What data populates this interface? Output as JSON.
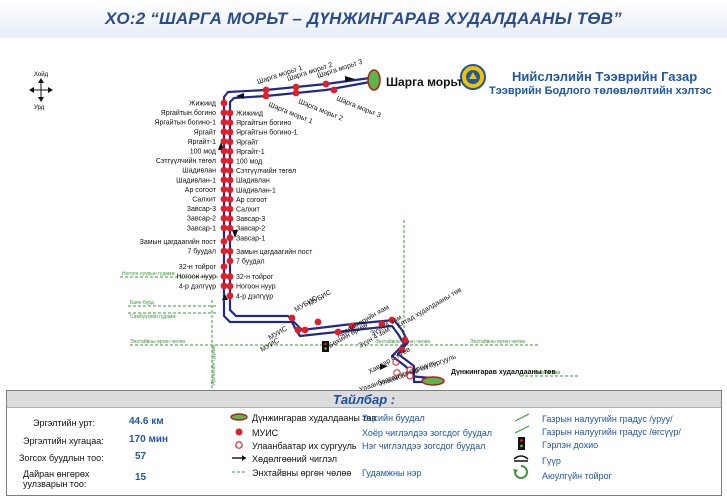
{
  "title": "ХО:2 “ШАРГА МОРЬТ – ДҮНЖИНГАРАВ ХУДАЛДААНЫ ТӨВ”",
  "organization": {
    "name": "Нийслэлийн Тээврийн Газар",
    "department": "Тээврийн Бодлого төлөвлөлтийн хэлтэс"
  },
  "compass": {
    "north": "Хойд",
    "south": "Урд"
  },
  "terminals": {
    "start": "Шарга морьт",
    "end": "Дүнжингарав худалдааны төв"
  },
  "stops_left": [
    "Шарга морьт 3",
    "Шарга морьт 2",
    "Шарга морьт 1",
    "Жижиид",
    "Яргайтын богино",
    "Яргайтын богино-1",
    "Яргайт",
    "Яргайт-1",
    "100 мод",
    "Сэтгүүлчийн төгөл",
    "Шадивлан",
    "Шадивлан-1",
    "Ар согоот",
    "Салхит",
    "Завсар-3",
    "Завсар-2",
    "Завсар-1",
    "Замын цагдаагийн пост",
    "7 буудал",
    "32-н тойрог",
    "Ногоон нуур",
    "4-р дэлгүүр"
  ],
  "stops_right": [
    "Шарга морьт 1",
    "Шарга морьт 2",
    "Шарга морьт 3",
    "Жижиид",
    "Яргайтын богино",
    "Яргайтын богино-1",
    "Яргайт",
    "Яргайт-1",
    "100 мод",
    "Сэтгүүлчийн төгөл",
    "Шадивлан",
    "Шадивлан-1",
    "Ар согоот",
    "Салхит",
    "Завсар-3",
    "Завсар-2",
    "Завсар-1",
    "Замын цагдаагийн пост",
    "7 буудал",
    "32-н тойрог",
    "Ногоон нуур",
    "4-р дэлгүүр"
  ],
  "stops_lower": [
    "МУИС",
    "МУИС",
    "МУБИС",
    "МУБИС",
    "Хөдөлмөрийн яам",
    "Бөхийн өргөө",
    "Зүүн 4 зам",
    "Зүүн 4 зам",
    "Хятад худалдааны төв",
    "Хавдар СҮТөв",
    "Улаанбаатар их сургууль",
    "Улаанбаатар их сургууль"
  ],
  "street_labels": [
    "Ногоон нуурын гудамж",
    "Баян бүрд",
    "Самбуугийн гудамж",
    "Энхтайвны өргөн чөлөө",
    "Энхтайвны өргөн чөлөө",
    "Энхтайвны өргөн чөлөө",
    "Нарны зам",
    "Архивийн гудамж"
  ],
  "legend": {
    "title": "Тайлбар :",
    "stats": [
      {
        "label": "Эргэлтийн урт:",
        "value": "44.6 км"
      },
      {
        "label": "Эргэлтийн хугацаа:",
        "value": "170 мин"
      },
      {
        "label": "Зогсох буудлын тоо:",
        "value": "57"
      },
      {
        "label": "Дайран өнгөрөх уулзварын тоо:",
        "value": "15"
      }
    ],
    "symbols": [
      {
        "label": "Дүнжингарав худалдааны төв",
        "desc": "Эцсийн буудал"
      },
      {
        "label": "МУИС",
        "desc": "Хоёр чиглэлдээ зогсдог буудал"
      },
      {
        "label": "Улаанбаатар их сургууль",
        "desc": "Нэг чиглэлдээ зогсдог буудал"
      },
      {
        "label": "Хөдөлгөөний чиглэл",
        "desc": ""
      },
      {
        "label": "Энхтайвны өргөн чөлөө",
        "desc": "Гудамжны нэр"
      }
    ],
    "right_items": [
      "Газрын налуугийн градус /уруу/",
      "Газрын налуугийн градус /өгсүүр/",
      "Гэрлэн дохио",
      "Гүүр",
      "Аюулгүйн тойрог"
    ]
  },
  "colors": {
    "route": "#1f2a8a",
    "stop": "#e21f26",
    "street": "#3a9a3a",
    "terminal": "#5db548",
    "title": "#2b4c8c"
  }
}
